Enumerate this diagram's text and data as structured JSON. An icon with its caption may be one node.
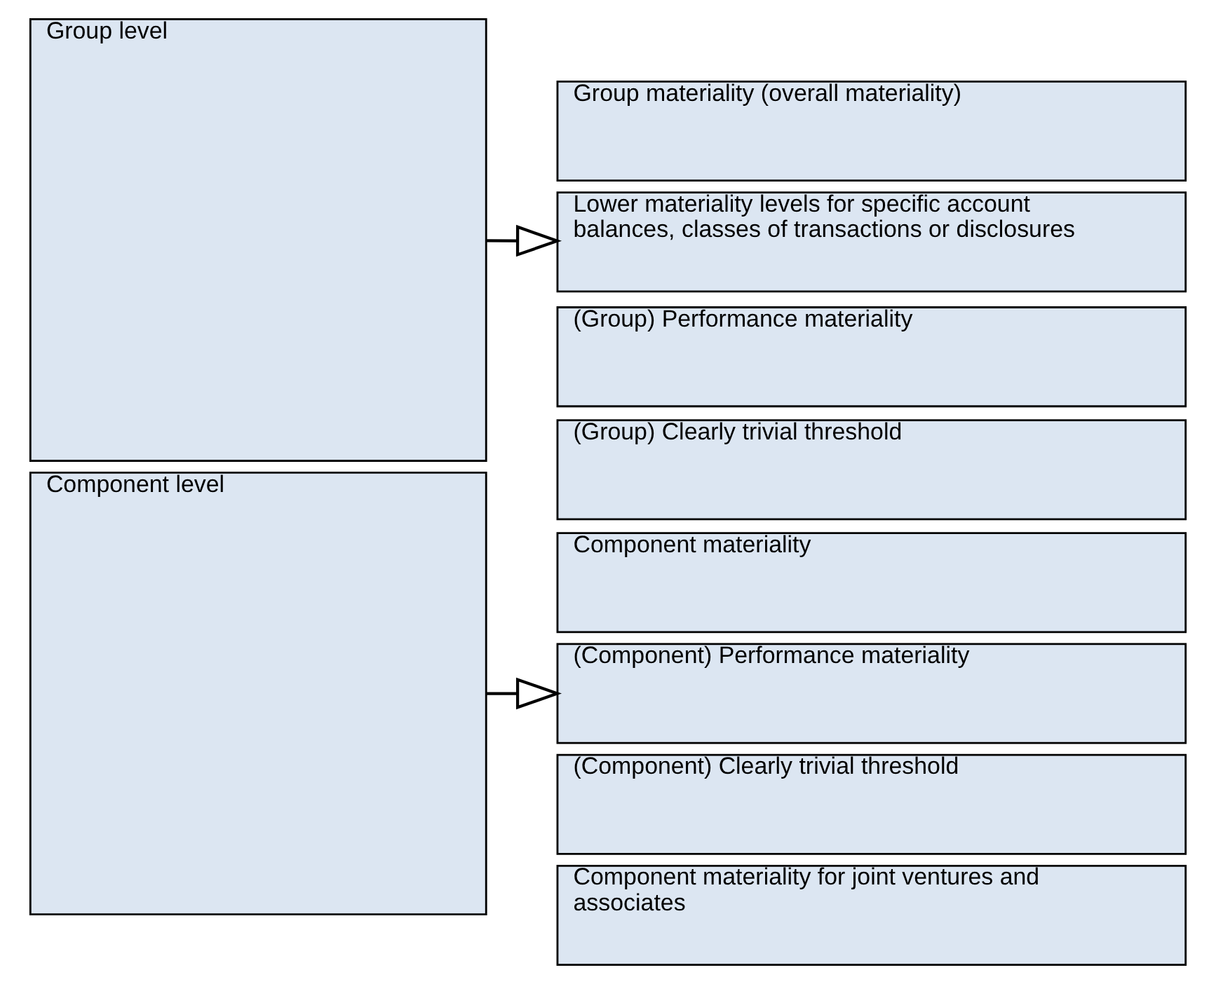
{
  "diagram": {
    "nodes": [
      {
        "text": [
          "Group level"
        ]
      },
      {
        "text": [
          "Group materiality (overall materiality)"
        ]
      },
      {
        "text": [
          "Lower materiality levels for specific account balances, classes of transactions or disclosures"
        ]
      },
      {
        "text": [
          "(Group) Performance materiality"
        ]
      },
      {
        "text": [
          "(Group) Clearly trivial threshold"
        ]
      },
      {
        "text": [
          "Component level"
        ]
      },
      {
        "text": [
          "Component materiality"
        ]
      },
      {
        "text": [
          "(Component) Performance materiality"
        ]
      },
      {
        "text": [
          "(Component) Clearly trivial threshold"
        ]
      },
      {
        "text": [
          "Component materiality for joint ventures and associates"
        ]
      }
    ],
    "edges": [
      {
        "from": 0,
        "to": 2,
        "arrow": "to"
      },
      {
        "from": 5,
        "to": 7,
        "arrow": "to"
      }
    ]
  }
}
